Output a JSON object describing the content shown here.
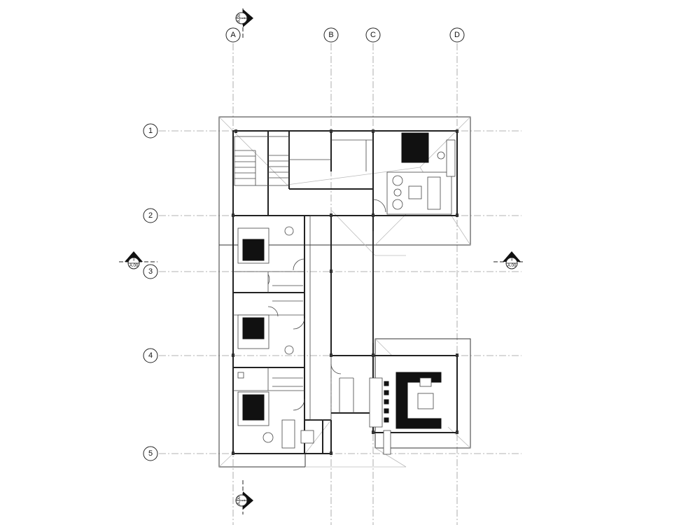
{
  "drawing": {
    "grid_columns": [
      "A",
      "B",
      "C",
      "D"
    ],
    "grid_rows": [
      "1",
      "2",
      "3",
      "4",
      "5"
    ],
    "section_markers": [
      {
        "id": "north",
        "number": "1",
        "sheet": "A.00"
      },
      {
        "id": "south",
        "number": "1",
        "sheet": "A.00"
      },
      {
        "id": "west",
        "number": "1",
        "sheet": "A.00"
      },
      {
        "id": "east",
        "number": "1",
        "sheet": "A.00"
      }
    ]
  }
}
